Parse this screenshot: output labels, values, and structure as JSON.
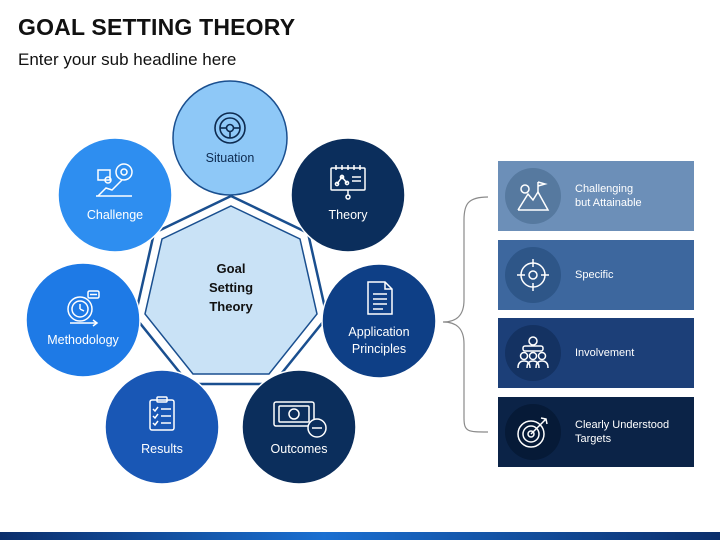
{
  "header": {
    "title": "GOAL SETTING THEORY",
    "subtitle": "Enter your sub headline here"
  },
  "center": {
    "lines": [
      "Goal",
      "Setting",
      "Theory"
    ]
  },
  "nodes": [
    {
      "key": "situation",
      "label_lines": [
        "Situation"
      ],
      "icon": "steering-wheel-icon",
      "color": "#8ec8f7"
    },
    {
      "key": "theory",
      "label_lines": [
        "Theory"
      ],
      "icon": "presentation-board-icon",
      "color": "#0b2e5c"
    },
    {
      "key": "application",
      "label_lines": [
        "Application",
        "Principles"
      ],
      "icon": "document-icon",
      "color": "#0e3f86"
    },
    {
      "key": "outcomes",
      "label_lines": [
        "Outcomes"
      ],
      "icon": "money-minus-icon",
      "color": "#0b2e5c"
    },
    {
      "key": "results",
      "label_lines": [
        "Results"
      ],
      "icon": "checklist-icon",
      "color": "#1957b5"
    },
    {
      "key": "methodology",
      "label_lines": [
        "Methodology"
      ],
      "icon": "stopwatch-icon",
      "color": "#1e7ae6"
    },
    {
      "key": "challenge",
      "label_lines": [
        "Challenge"
      ],
      "icon": "climbing-gear-icon",
      "color": "#2e8ef0"
    }
  ],
  "principles": [
    {
      "label": "Challenging\nbut Attainable",
      "icon": "mountain-flag-icon",
      "bg": "#6c8fb8",
      "badge": "#56799f"
    },
    {
      "label": "Specific",
      "icon": "crosshair-icon",
      "bg": "#3d679e",
      "badge": "#2e5688"
    },
    {
      "label": "Involvement",
      "icon": "team-icon",
      "bg": "#1c3f78",
      "badge": "#143262"
    },
    {
      "label": "Clearly Understood\nTargets",
      "icon": "target-arrow-icon",
      "bg": "#0b2347",
      "badge": "#061a37"
    }
  ]
}
